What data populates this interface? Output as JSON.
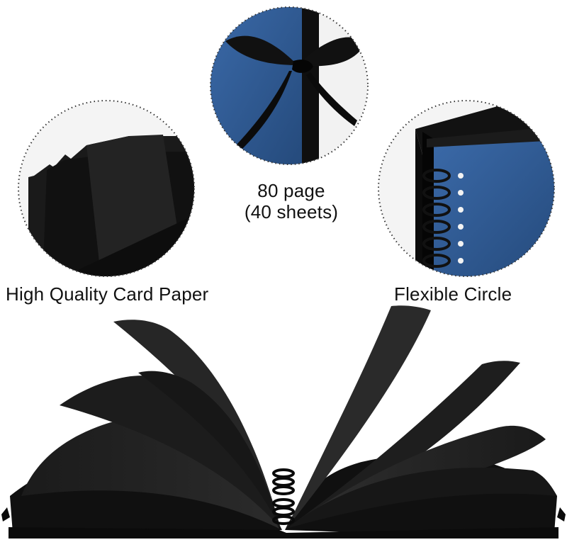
{
  "captions": {
    "card_paper": "High Quality Card Paper",
    "pages_line1": "80 page",
    "pages_line2": "(40 sheets)",
    "flexible_circle": "Flexible Circle"
  },
  "colors": {
    "cover_blue": "#2f5c96",
    "paper_black": "#161616",
    "background": "#ffffff"
  }
}
